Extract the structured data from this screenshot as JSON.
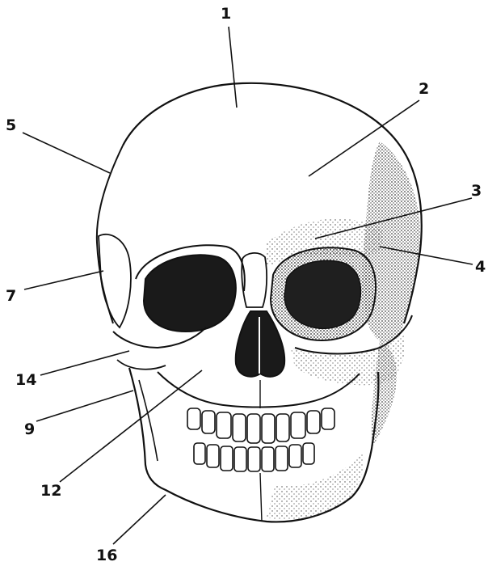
{
  "labels": {
    "l1": "1",
    "l2": "2",
    "l3": "3",
    "l4": "4",
    "l5": "5",
    "l7": "7",
    "l14": "14",
    "l9": "9",
    "l12": "12",
    "l16": "16"
  },
  "colors": {
    "ink": "#111111",
    "shade": "#2a2a2a",
    "background": "#ffffff"
  }
}
